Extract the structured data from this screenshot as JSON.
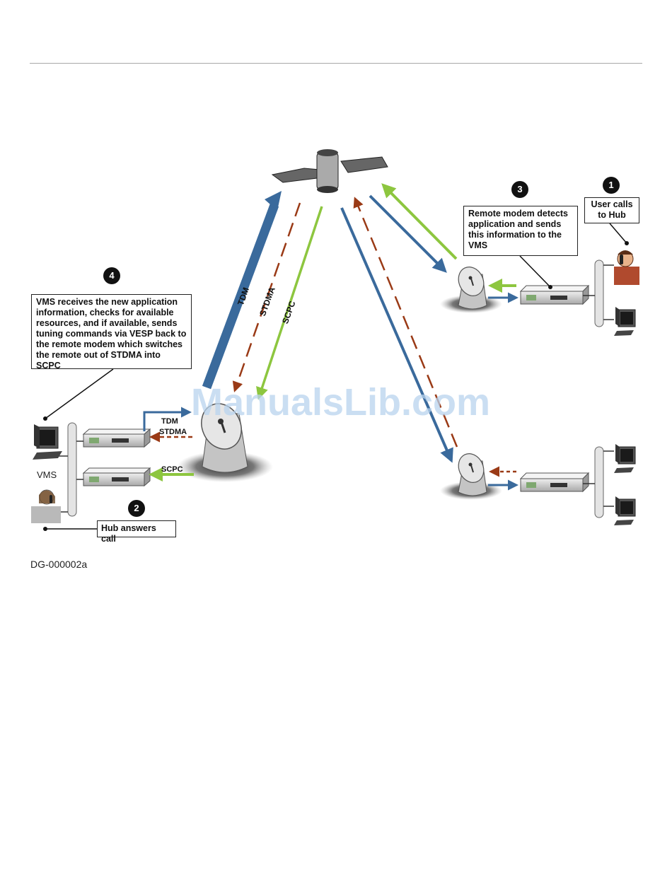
{
  "watermark": "ManualsLib.com",
  "steps": [
    {
      "num": "1",
      "text": "User calls\nto Hub"
    },
    {
      "num": "2",
      "text": "Hub answers call"
    },
    {
      "num": "3",
      "text": "Remote modem detects\napplication and sends\nthis information to the\nVMS"
    },
    {
      "num": "4",
      "text": "VMS receives the new application\ninformation, checks for available\nresources, and if available, sends\ntuning commands via VESP back to\nthe remote modem which switches\nthe remote out of STDMA into SCPC"
    }
  ],
  "link_labels": {
    "tdm": "TDM",
    "stdma": "STDMA",
    "scpc": "SCPC"
  },
  "vms_label": "VMS",
  "figure_id": "DG-000002a",
  "colors": {
    "tdm": "#3a6a9c",
    "stdma": "#9a3a16",
    "scpc": "#8dc63f",
    "dish": "#b8b8b8",
    "modem": "#c8c8c8"
  }
}
